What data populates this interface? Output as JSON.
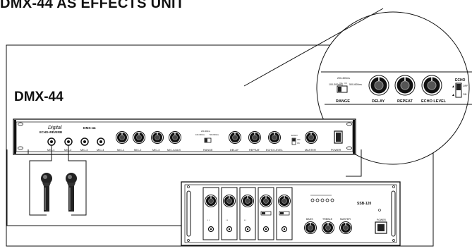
{
  "title": "DMX-44 AS EFFECTS UNIT",
  "device": {
    "name": "DMX-44",
    "brand_script": "Digital",
    "subtitle": "ECHO+REVERB",
    "panel_model": "DMX-44",
    "inputs": [
      "MIC-1",
      "MIC-2",
      "MIC-3",
      "MIC-4"
    ],
    "knobs": [
      "MIC-1",
      "MIC-2",
      "MIC-3",
      "MIC-4/AUX"
    ],
    "range_label": "RANGE",
    "range_options": [
      "100-300ms",
      "200-400ms",
      "500-600ms"
    ],
    "effect_knobs": [
      "DELAY",
      "REPEAT",
      "ECHO LEVEL"
    ],
    "echo_label": "ECHO",
    "echo_switch": [
      "OFF",
      "ON"
    ],
    "master_label": "MASTER",
    "power_label": "POWER"
  },
  "zoom": {
    "range_label": "RANGE",
    "range_options": [
      "100-300ms",
      "200-400ms",
      "500-600ms"
    ],
    "knobs": [
      "DELAY",
      "REPEAT",
      "ECHO LEVEL"
    ],
    "echo_label": "ECHO",
    "echo_switch": [
      "OFF",
      "ON"
    ]
  },
  "mixer": {
    "model": "SSB-120",
    "tone_knobs": [
      "BASS",
      "TREBLE",
      "MASTER"
    ],
    "power_label": "POWER"
  }
}
